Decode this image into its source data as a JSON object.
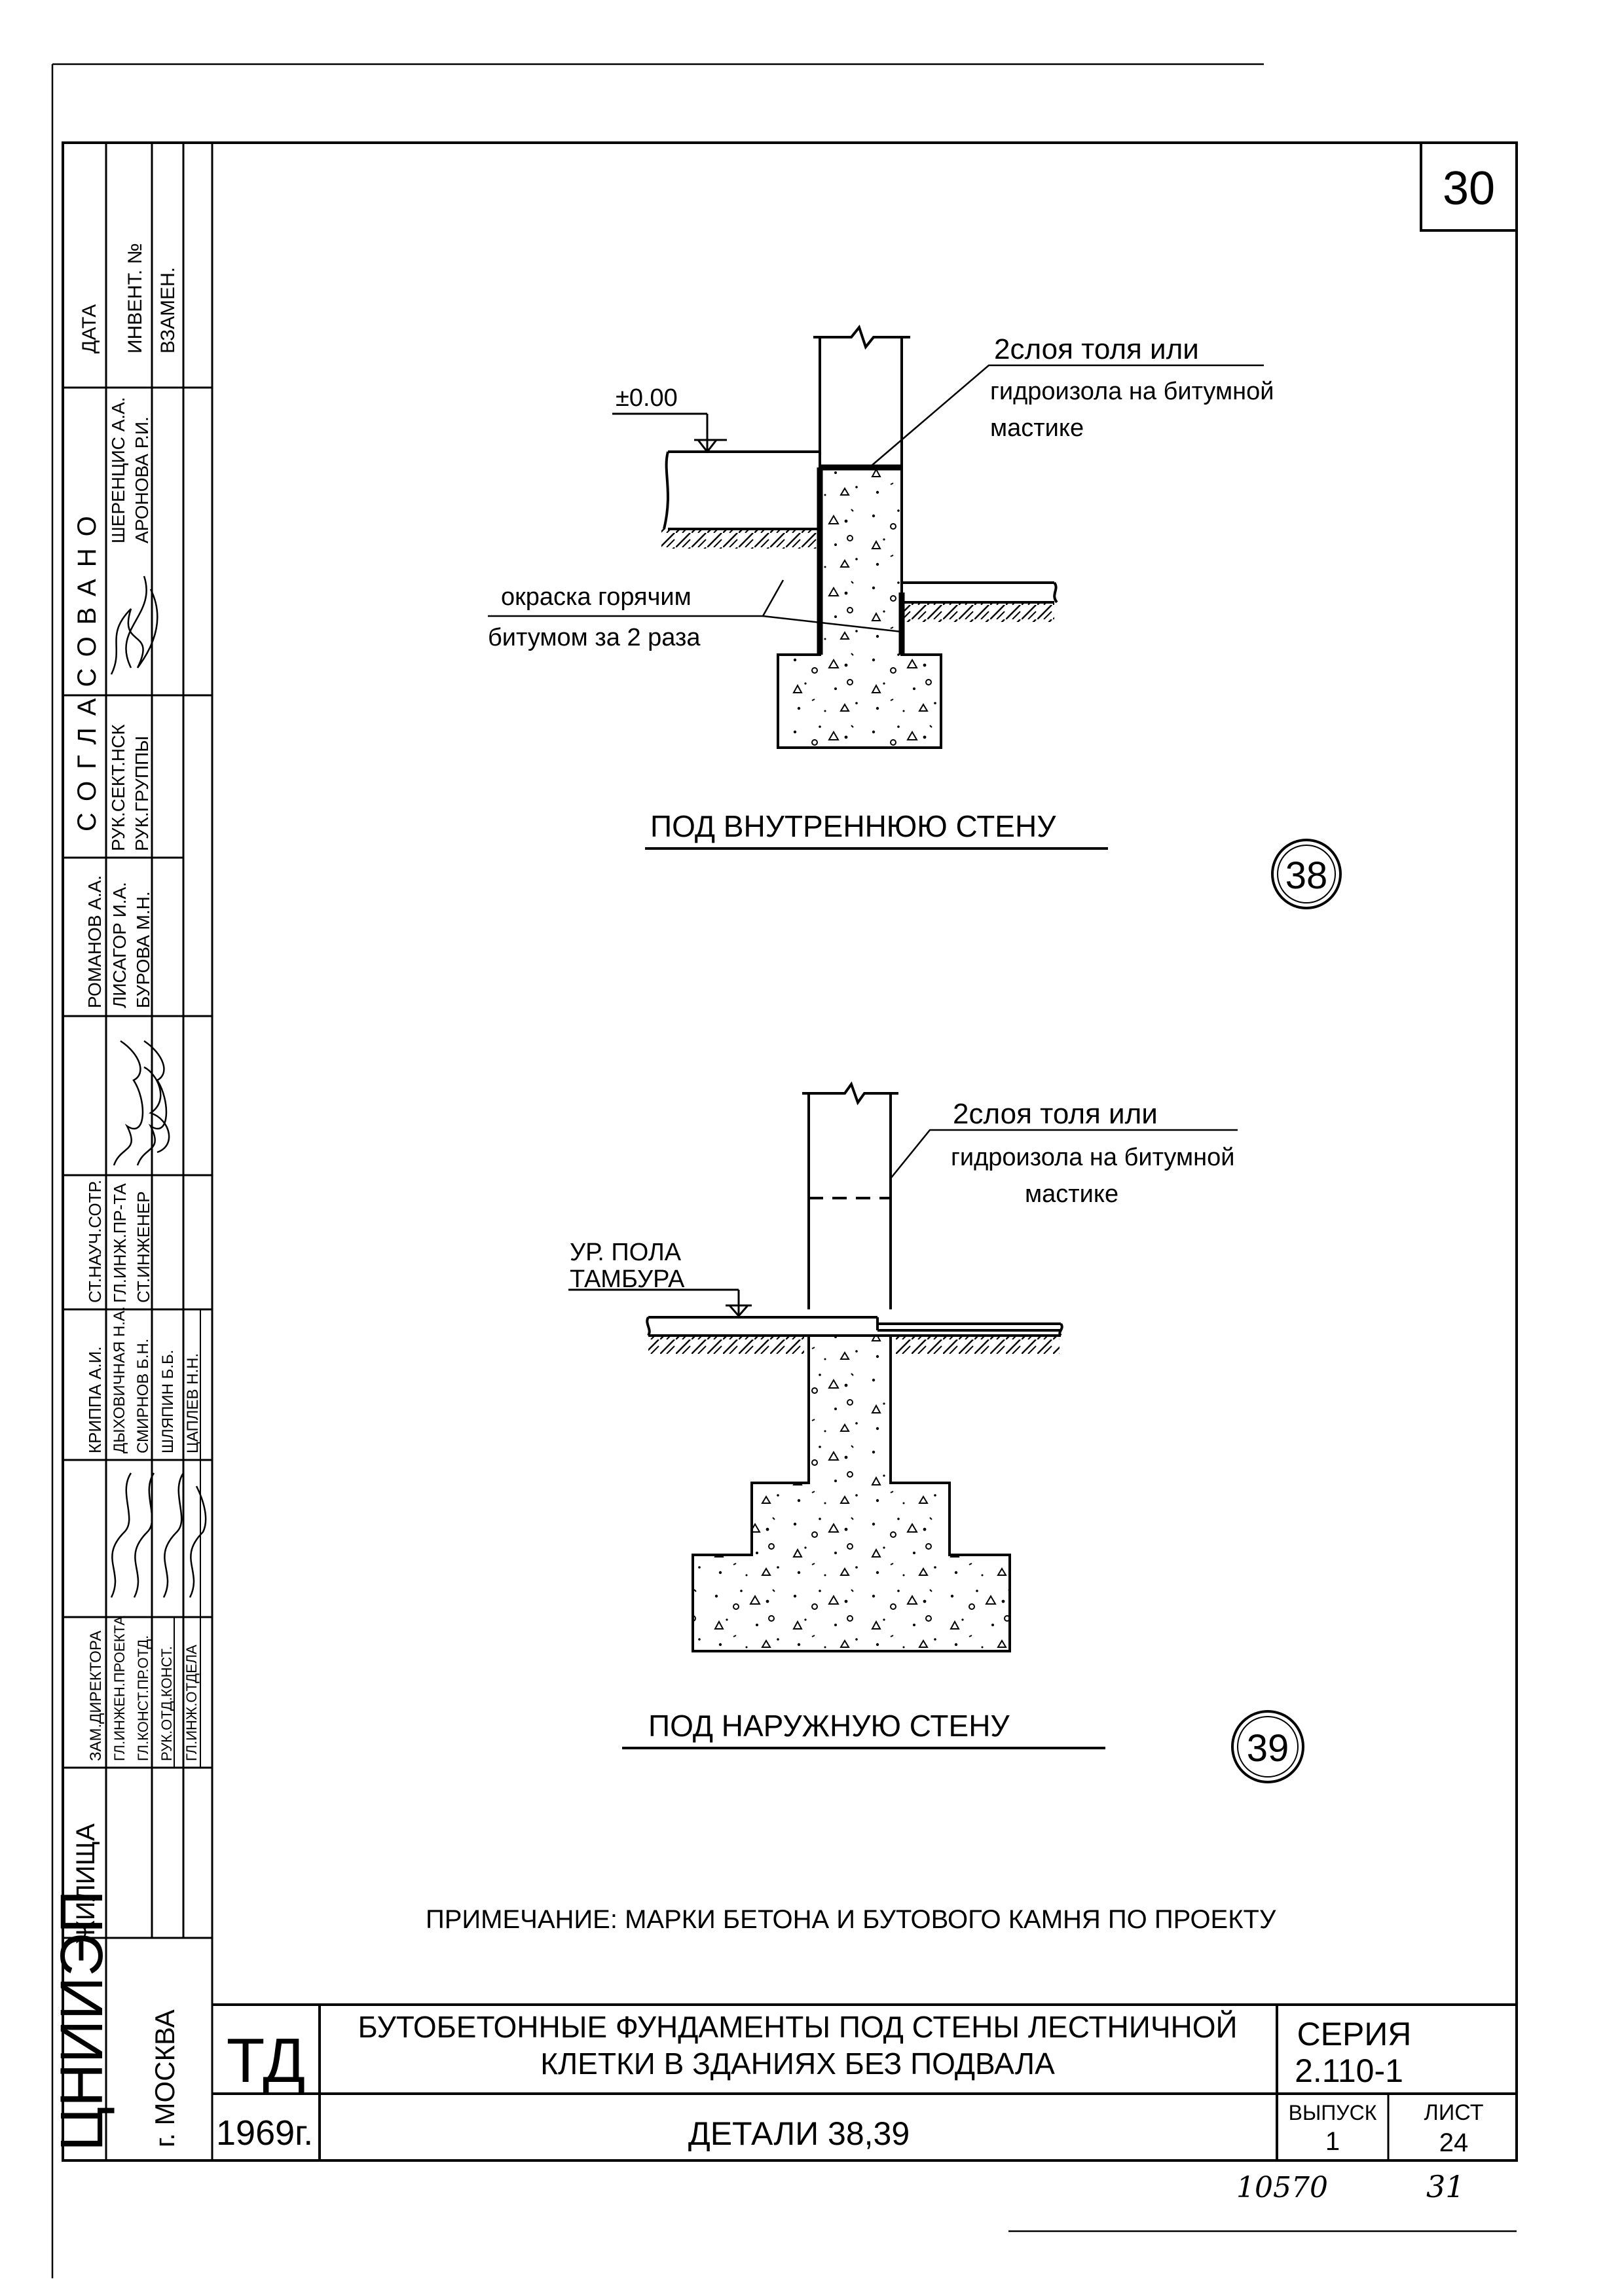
{
  "page_number": "30",
  "agreed_header": "СОГЛАСОВАНО",
  "left_table": {
    "sides_top": [
      "ДАТА",
      "ИНВЕНТ. №",
      "ВЗАМЕН."
    ],
    "agreed": [
      {
        "role": "ШЕРЕНЦИС А.А.",
        "role2": "АРОНОВА Р.И."
      },
      {
        "role": "РУК.СЕКТ.НСК",
        "role2": "РУК.ГРУППЫ"
      },
      {
        "role": "РОМАНОВ А.А.",
        "role2": "ЛИСАГОР И.А.",
        "role3": "БУРОВА М.Н."
      },
      {
        "role": "СТ.НАУЧ.СОТР.",
        "role2": "ГЛ.ИНЖ.ПР-ТА",
        "role3": "СТ.ИНЖЕНЕР"
      },
      {
        "role": "КРИППА А.И.",
        "role2": "ДЫХОВИЧНАЯ Н.А.",
        "role3": "СМИРНОВ Б.Н.",
        "role4": "ШЛЯПИН Б.Б.",
        "role5": "ЦАПЛЕВ Н.Н."
      },
      {
        "role": "ЗАМ.ДИРЕКТОРА",
        "role2": "ГЛ.ИНЖЕН.ПРОЕКТА",
        "role3": "ГЛ.КОНСТ.ПР.ОТД.",
        "role4": "РУК.ОТД.КОНСТ.",
        "role5": "ГЛ.ИНЖ.ОТДЕЛА"
      }
    ],
    "org": "ЦНИИЭП",
    "org_suffix": "ЖИЛИЩА",
    "city": "г. МОСКВА"
  },
  "detail38": {
    "level_mark": "±0.00",
    "label_waterproof_1": "2слоя  толя  или",
    "label_waterproof_2": "гидроизола на битумной",
    "label_waterproof_3": "мастике",
    "label_paint_1": "окраска  горячим",
    "label_paint_2": "битумом за 2 раза",
    "caption": "ПОД ВНУТРЕННЮЮ СТЕНУ",
    "number": "38"
  },
  "detail39": {
    "label_waterproof_1": "2слоя  толя  или",
    "label_waterproof_2": "гидроизола на битумной",
    "label_waterproof_3": "мастике",
    "level_1": "УР. ПОЛА",
    "level_2": "ТАМБУРА",
    "caption": "ПОД НАРУЖНУЮ СТЕНУ",
    "number": "39"
  },
  "note": "ПРИМЕЧАНИЕ: МАРКИ БЕТОНА И БУТОВОГО КАМНЯ ПО ПРОЕКТУ",
  "title_block": {
    "code": "ТД",
    "title_1": "БУТОБЕТОННЫЕ  ФУНДАМЕНТЫ ПОД СТЕНЫ ЛЕСТНИЧНОЙ",
    "title_2": "КЛЕТКИ  В  ЗДАНИЯХ БЕЗ ПОДВАЛА",
    "series_label": "СЕРИЯ",
    "series_value": "2.110-1",
    "year": "1969г.",
    "details": "ДЕТАЛИ 38,39",
    "issue_label": "ВЫПУСК",
    "issue_value": "1",
    "sheet_label": "ЛИСТ",
    "sheet_value": "24"
  },
  "bottom_notes": {
    "archive_no": "10570",
    "sheet_no": "31"
  }
}
